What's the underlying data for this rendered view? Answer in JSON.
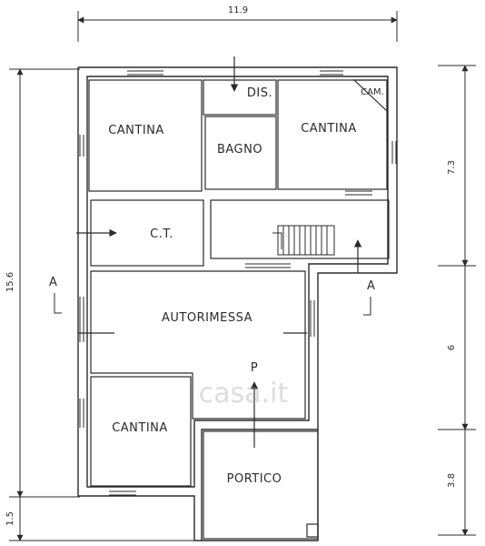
{
  "dimensions": {
    "top_width": "11.9",
    "left_height": "15.6",
    "left_bottom": "1.5",
    "right_upper": "7.3",
    "right_middle": "6",
    "right_lower": "3.8"
  },
  "section_marks": {
    "left": "A",
    "right": "A"
  },
  "rooms": {
    "cantina_top_left": "CANTINA",
    "dis": "DIS.",
    "bagno": "BAGNO",
    "cantina_top_right": "CANTINA",
    "cam": "CAM.",
    "ct": "C.T.",
    "autorimessa": "AUTORIMESSA",
    "cantina_bottom": "CANTINA",
    "portico": "PORTICO"
  },
  "entrance_label": "P",
  "watermark": "casa.it",
  "colors": {
    "line": "#2b2b2b",
    "background": "#ffffff"
  }
}
